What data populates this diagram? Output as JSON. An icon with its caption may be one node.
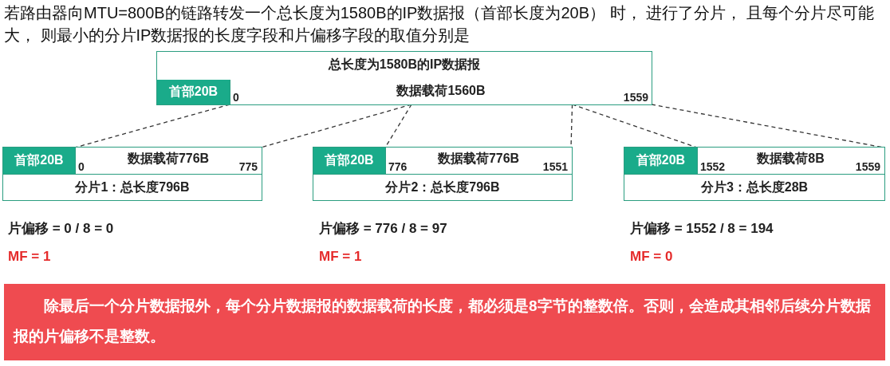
{
  "diagram": {
    "title": "若路由器向MTU=800B的链路转发一个总长度为1580B的IP数据报（首部长度为20B） 时， 进行了分片， 且每个分片尽可能大， 则最小的分片IP数据报的长度字段和片偏移字段的取值分别是",
    "nodes": [
      {
        "text": [
          "总长度为1580B的IP数据报"
        ]
      },
      {
        "text": [
          "首部20B"
        ],
        "in": 0
      },
      {
        "text": [
          "0",
          "数据载荷1560B",
          "1559"
        ],
        "in": 0
      },
      {
        "text": [
          "分片1：总长度796B"
        ]
      },
      {
        "text": [
          "首部20B"
        ],
        "in": 3
      },
      {
        "text": [
          "0",
          "数据载荷776B",
          "775"
        ],
        "in": 3
      },
      {
        "text": [
          "分片2：总长度796B"
        ]
      },
      {
        "text": [
          "首部20B"
        ],
        "in": 6
      },
      {
        "text": [
          "776",
          "数据载荷776B",
          "1551"
        ],
        "in": 6
      },
      {
        "text": [
          "分片3：总长度28B"
        ]
      },
      {
        "text": [
          "首部20B"
        ],
        "in": 9
      },
      {
        "text": [
          "1552",
          "数据载荷8B",
          "1559"
        ],
        "in": 9
      },
      {
        "text": [
          "除最后一个分片数据报外，每个分片数据报的数据载荷的长度，都必须是8字节的整数倍。否则，会造成其相邻后续分片数据报的片偏移不是整数。"
        ]
      }
    ],
    "edges": [
      {
        "from": 2,
        "to": 5,
        "arrow": "none",
        "style": "dashed"
      },
      {
        "from": 2,
        "to": 5,
        "arrow": "none",
        "style": "dashed"
      },
      {
        "from": 2,
        "to": 8,
        "arrow": "none",
        "style": "dashed"
      },
      {
        "from": 2,
        "to": 8,
        "arrow": "none",
        "style": "dashed"
      },
      {
        "from": 2,
        "to": 11,
        "arrow": "none",
        "style": "dashed"
      },
      {
        "from": 2,
        "to": 11,
        "arrow": "none",
        "style": "dashed"
      }
    ],
    "labels": [
      "片偏移 = 0 / 8 = 0",
      "片偏移 = 776 / 8 = 97",
      "片偏移 = 1552 / 8 = 194",
      "MF = 1",
      "MF = 1",
      "MF = 0"
    ]
  }
}
